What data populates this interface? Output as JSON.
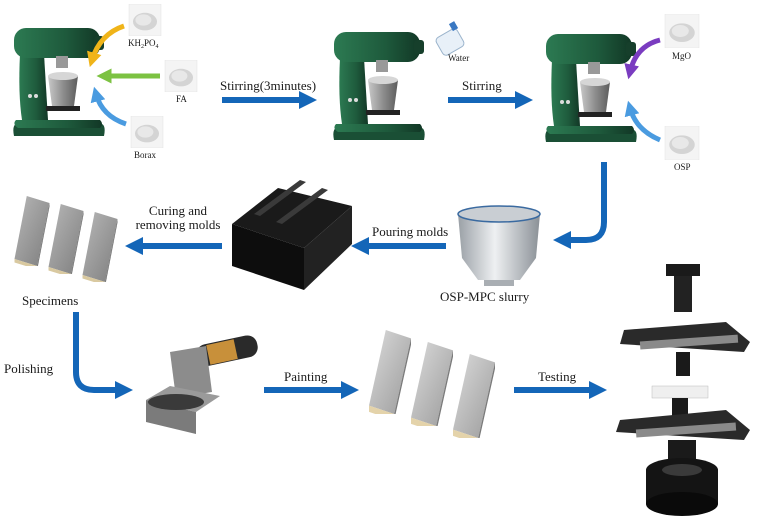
{
  "ingredients": {
    "kh2po4": {
      "main": "KH",
      "sub1": "2",
      "mid": "PO",
      "sub2": "4"
    },
    "fa": "FA",
    "borax": "Borax",
    "water": "Water",
    "mgo": "MgO",
    "osp": "OSP"
  },
  "steps": {
    "stirring_3min": "Stirring(3minutes)",
    "stirring": "Stirring",
    "pouring_molds": "Pouring molds",
    "curing_line1": "Curing and",
    "curing_line2": "removing molds",
    "slurry": "OSP-MPC slurry",
    "specimens": "Specimens",
    "polishing": "Polishing",
    "painting": "Painting",
    "testing": "Testing"
  },
  "colors": {
    "flow_arrow": "#1466b8",
    "mixer_body": "#1e5a3c",
    "arrow_yellow": "#f0b419",
    "arrow_green": "#7cc242",
    "arrow_lightblue": "#4a9be0",
    "arrow_purple": "#7a3cc0"
  },
  "icons": [
    "mixer-icon",
    "powder-icon",
    "water-bottle-icon",
    "mold-icon",
    "hopper-icon",
    "specimen-icon",
    "angle-grinder-icon",
    "testing-machine-icon"
  ]
}
